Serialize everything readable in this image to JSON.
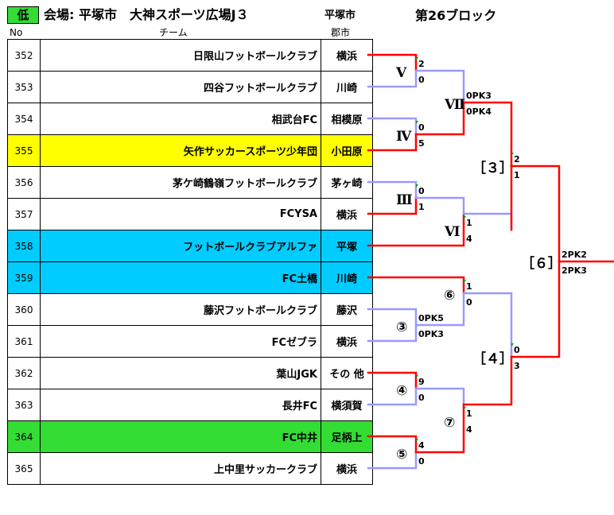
{
  "header": {
    "level_badge": "低",
    "venue_title": "会場: 平塚市　大神スポーツ広場J３",
    "city_header": "平塚市",
    "block_title": "第26ブロック"
  },
  "columns": {
    "no": "No",
    "team": "チーム",
    "city": "郡市"
  },
  "teams": [
    {
      "no": "352",
      "name": "日限山フットボールクラブ",
      "city": "横浜"
    },
    {
      "no": "353",
      "name": "四谷フットボールクラブ",
      "city": "川崎"
    },
    {
      "no": "354",
      "name": "相武台FC",
      "city": "相模原"
    },
    {
      "no": "355",
      "name": "矢作サッカースポーツ少年団",
      "city": "小田原",
      "highlight": "#ffff00"
    },
    {
      "no": "356",
      "name": "茅ケ崎鶴嶺フットボールクラブ",
      "city": "茅ヶ崎"
    },
    {
      "no": "357",
      "name": "FCYSA",
      "city": "横浜"
    },
    {
      "no": "358",
      "name": "フットボールクラブアルファ",
      "city": "平塚",
      "highlight": "#00ccff"
    },
    {
      "no": "359",
      "name": "FC土橋",
      "city": "川崎",
      "highlight": "#00ccff"
    },
    {
      "no": "360",
      "name": "藤沢フットボールクラブ",
      "city": "藤沢"
    },
    {
      "no": "361",
      "name": "FCゼブラ",
      "city": "横浜"
    },
    {
      "no": "362",
      "name": "葉山JGK",
      "city": "その 他"
    },
    {
      "no": "363",
      "name": "長井FC",
      "city": "横須賀"
    },
    {
      "no": "364",
      "name": "FC中井",
      "city": "足柄上",
      "highlight": "#33dd33"
    },
    {
      "no": "365",
      "name": "上中里サッカークラブ",
      "city": "横浜"
    }
  ],
  "bracket": {
    "colors": {
      "winner": "#ff0000",
      "loser": "#9999ff"
    },
    "match_labels": {
      "m1": "Ⅴ",
      "m2": "Ⅳ",
      "m3": "Ⅲ",
      "m4": "③",
      "m5": "④",
      "m6": "⑤",
      "r2a": "Ⅶ",
      "r2b": "Ⅵ",
      "r2c": "⑥",
      "r2d": "⑦",
      "sfa": "［３］",
      "sfb": "［４］",
      "final": "［６］"
    },
    "scores": {
      "m1_top": "2",
      "m1_bot": "0",
      "m2_top": "0",
      "m2_bot": "5",
      "m3_top": "0",
      "m3_bot": "1",
      "m4_top": "0PK5",
      "m4_bot": "0PK3",
      "m5_top": "9",
      "m5_bot": "0",
      "m6_top": "4",
      "m6_bot": "0",
      "r2a_top": "0PK3",
      "r2a_bot": "0PK4",
      "r2b_top": "1",
      "r2b_bot": "4",
      "r2c_top": "1",
      "r2c_bot": "0",
      "r2d_top": "1",
      "r2d_bot": "4",
      "sfa_top": "2",
      "sfa_bot": "1",
      "sfb_top": "0",
      "sfb_bot": "3",
      "final_top": "2PK2",
      "final_bot": "2PK3"
    }
  }
}
